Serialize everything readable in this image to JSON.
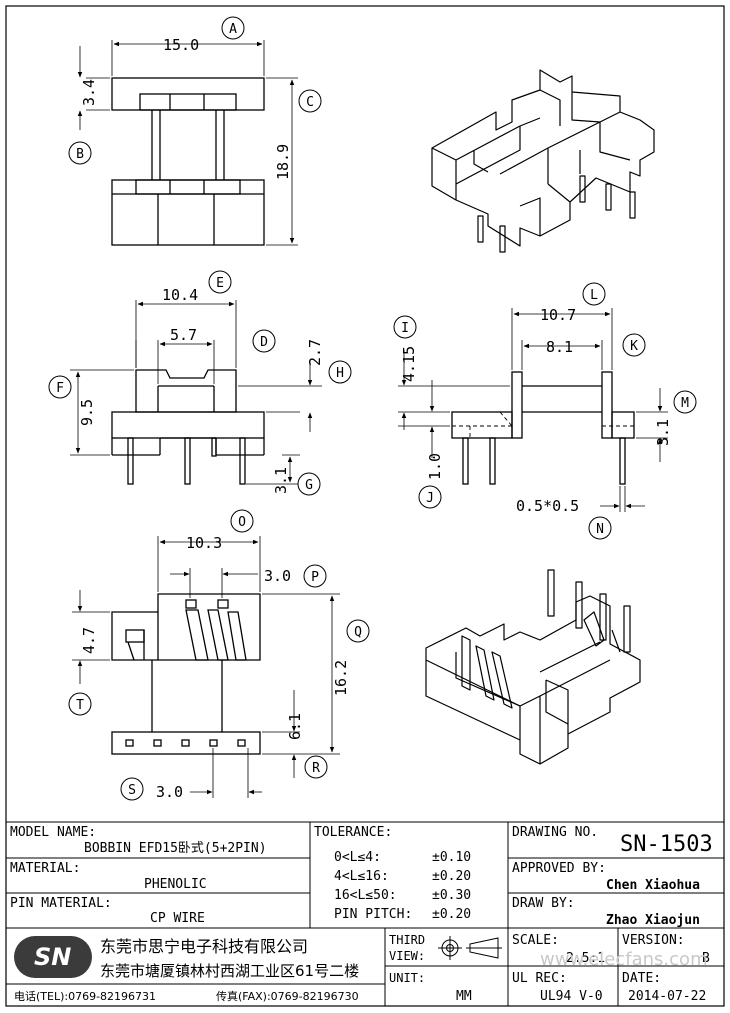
{
  "dimensions": {
    "A": "15.0",
    "B": "3.4",
    "C": "18.9",
    "D": "5.7",
    "E": "10.4",
    "F": "9.5",
    "G": "3.1",
    "H": "2.7",
    "I": "4.15",
    "J": "1.0",
    "K": "8.1",
    "L": "10.7",
    "M": "3.1",
    "N": "0.5*0.5",
    "O": "10.3",
    "P": "3.0",
    "Q": "16.2",
    "R": "6.1",
    "S": "3.0",
    "T": "4.7"
  },
  "callouts": [
    "A",
    "B",
    "C",
    "D",
    "E",
    "F",
    "G",
    "H",
    "I",
    "J",
    "K",
    "L",
    "M",
    "N",
    "O",
    "P",
    "Q",
    "R",
    "S",
    "T"
  ],
  "title_block": {
    "model_name_label": "MODEL NAME:",
    "model_name_value": "BOBBIN EFD15卧式(5+2PIN)",
    "material_label": "MATERIAL:",
    "material_value": "PHENOLIC",
    "pin_material_label": "PIN MATERIAL:",
    "pin_material_value": "CP WIRE",
    "tolerance_label": "TOLERANCE:",
    "tolerance_rows": [
      {
        "range": "0<L≤4:",
        "value": "±0.10"
      },
      {
        "range": "4<L≤16:",
        "value": "±0.20"
      },
      {
        "range": "16<L≤50:",
        "value": "±0.30"
      },
      {
        "range": "PIN PITCH:",
        "value": "±0.20"
      }
    ],
    "drawing_no_label": "DRAWING NO.",
    "drawing_no_value": "SN-1503",
    "approved_by_label": "APPROVED BY:",
    "approved_by_value": "Chen Xiaohua",
    "draw_by_label": "DRAW BY:",
    "draw_by_value": "Zhao Xiaojun",
    "scale_label": "SCALE:",
    "scale_value": "2.5:1",
    "version_label": "VERSION:",
    "version_value": "B",
    "third_view_label_1": "THIRD",
    "third_view_label_2": "VIEW:",
    "unit_label": "UNIT:",
    "unit_value": "MM",
    "ul_rec_label": "UL REC:",
    "ul_rec_value": "UL94 V-0",
    "date_label": "DATE:",
    "date_value": "2014-07-22",
    "logo_text": "SN",
    "company_name": "东莞市思宁电子科技有限公司",
    "company_address": "东莞市塘厦镇林村西湖工业区61号二楼",
    "tel": "电话(TEL):0769-82196731",
    "fax": "传真(FAX):0769-82196730",
    "watermark": "www.elecfans.com"
  }
}
